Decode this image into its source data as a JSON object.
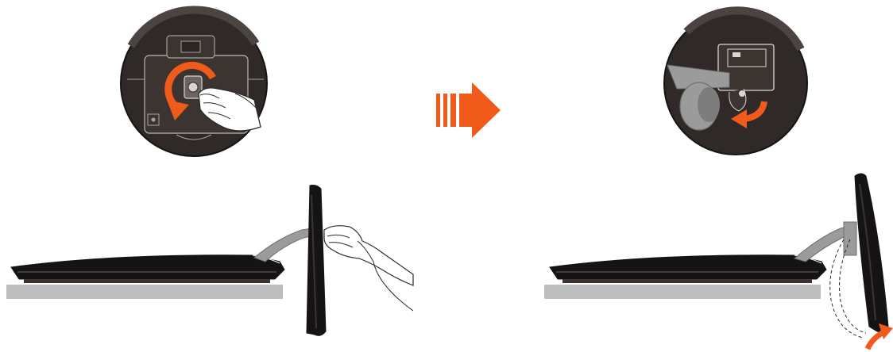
{
  "diagram": {
    "steps": [
      {
        "id": "step-1",
        "detail_icon": "screw-turn-counterclockwise-detail",
        "main_icon": "monitor-lying-face-down-with-hand-lifting-panel"
      },
      {
        "id": "step-2",
        "detail_icon": "hinge-rotate-counterclockwise-detail",
        "main_icon": "monitor-panel-rotated-upright"
      }
    ],
    "transition_icon": "right-arrow-icon",
    "colors": {
      "accent_orange": "#f05a1a",
      "panel_dark": "#2f2a27",
      "panel_black": "#151313",
      "table_gray": "#bdbdbd",
      "stand_gray": "#9b9b9b",
      "line": "#2a2a2a",
      "white": "#ffffff"
    }
  }
}
